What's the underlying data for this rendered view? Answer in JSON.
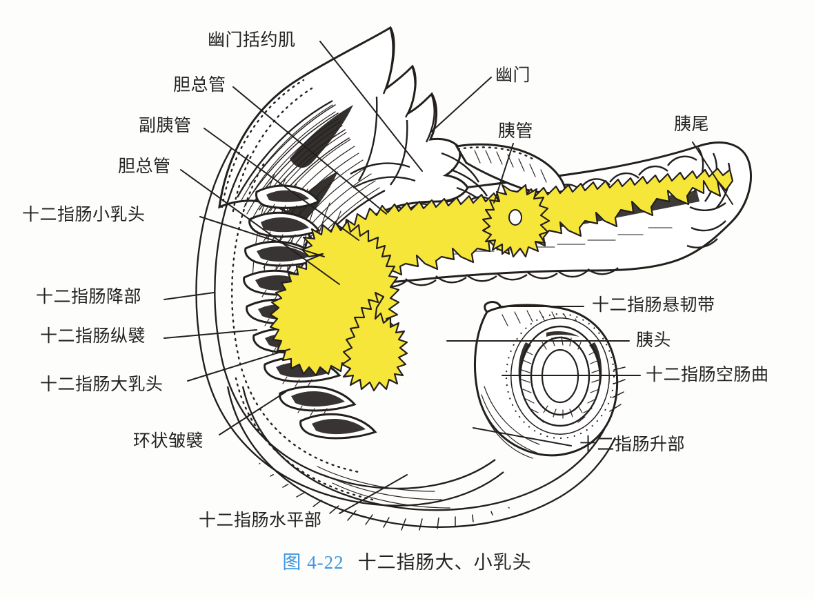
{
  "figure": {
    "caption_number": "图 4-22",
    "caption_title": "十二指肠大、小乳头",
    "caption_number_color": "#3f97e2",
    "background_color": "#fdfdfb",
    "ink_color": "#231f1d",
    "duct_color": "#f7e63a"
  },
  "labels": {
    "pyloric_sphincter": "幽门括约肌",
    "common_bile_duct_top": "胆总管",
    "accessory_pancreatic_duct": "副胰管",
    "common_bile_duct_second": "胆总管",
    "minor_duodenal_papilla": "十二指肠小乳头",
    "descending_part": "十二指肠降部",
    "longitudinal_fold": "十二指肠纵襞",
    "major_duodenal_papilla": "十二指肠大乳头",
    "circular_folds": "环状皱襞",
    "horizontal_part": "十二指肠水平部",
    "pylorus": "幽门",
    "pancreatic_duct": "胰管",
    "pancreatic_tail": "胰尾",
    "suspensory_ligament": "十二指肠悬韧带",
    "pancreatic_head": "胰头",
    "duodenojejunal_flexure": "十二指肠空肠曲",
    "ascending_part": "十二指肠升部"
  }
}
